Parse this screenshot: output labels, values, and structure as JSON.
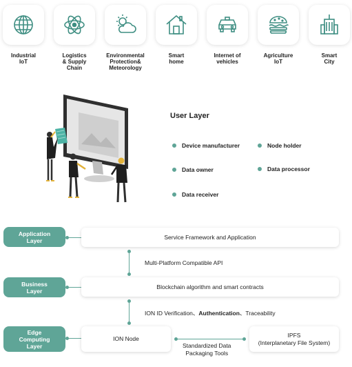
{
  "categories": [
    {
      "label": "Industrial\nIoT",
      "icon": "globe-icon"
    },
    {
      "label": "Logistics\n& Supply\nChain",
      "icon": "atom-icon"
    },
    {
      "label": "Environmental\nProtection&\nMeteorology",
      "icon": "sun-cloud-icon"
    },
    {
      "label": "Smart\nhome",
      "icon": "house-icon"
    },
    {
      "label": "Internet of\nvehicles",
      "icon": "car-icon"
    },
    {
      "label": "Agriculture\nIoT",
      "icon": "burger-icon"
    },
    {
      "label": "Smart\nCity",
      "icon": "building-icon"
    }
  ],
  "user_layer": {
    "title": "User Layer",
    "roles": [
      "Device manufacturer",
      "Node holder",
      "Data owner",
      "Data processor",
      "Data receiver"
    ]
  },
  "layers": {
    "application": {
      "label": "Application\nLayer",
      "panel": "Service Framework and Application"
    },
    "api": "Multi-Platform Compatible API",
    "business": {
      "label": "Business\nLayer",
      "panel": "Blockchain algorithm and smart contracts"
    },
    "verification": {
      "prefix": "ION ID Verification、",
      "bold": "Authentication",
      "suffix": "、Traceability"
    },
    "edge": {
      "label": "Edge\nComputing\nLayer",
      "node": "ION Node",
      "ipfs": "IPFS\n(Interplanetary File System)",
      "tools": "Standardized Data\nPackaging Tools"
    }
  },
  "colors": {
    "accent": "#5fa597",
    "icon_stroke": "#3e8e82",
    "text": "#222222"
  }
}
